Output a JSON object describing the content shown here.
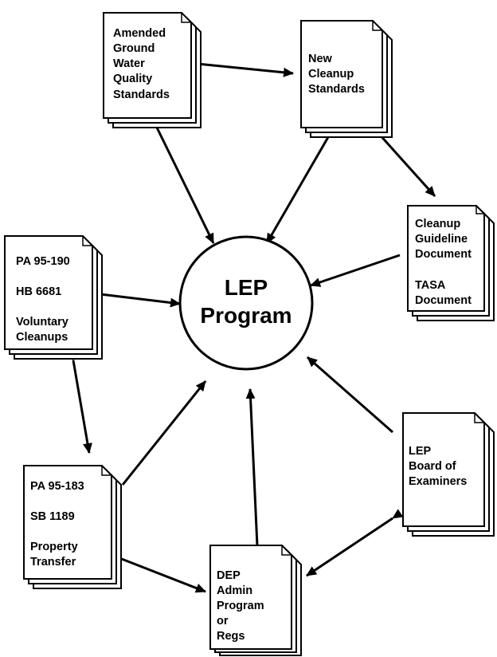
{
  "center": {
    "lines": [
      "LEP",
      "Program"
    ]
  },
  "documents": {
    "amended_gwq": {
      "lines": [
        "Amended",
        "Ground",
        "Water",
        "Quality",
        "Standards"
      ]
    },
    "new_cleanup": {
      "lines": [
        "New",
        "Cleanup",
        "Standards"
      ]
    },
    "cleanup_guideline": {
      "lines": [
        "Cleanup",
        "Guideline",
        "Document",
        "",
        "TASA",
        "Document"
      ]
    },
    "pa_95_190": {
      "lines": [
        "PA  95-190",
        "",
        "HB  6681",
        "",
        "Voluntary",
        "Cleanups"
      ]
    },
    "pa_95_183": {
      "lines": [
        "PA  95-183",
        "",
        "SB  1189",
        "",
        "Property",
        "Transfer"
      ]
    },
    "dep_admin": {
      "lines": [
        "DEP",
        "Admin",
        "Program",
        "or",
        "Regs"
      ]
    },
    "lep_board": {
      "lines": [
        "LEP",
        "Board of",
        "Examiners"
      ]
    }
  }
}
